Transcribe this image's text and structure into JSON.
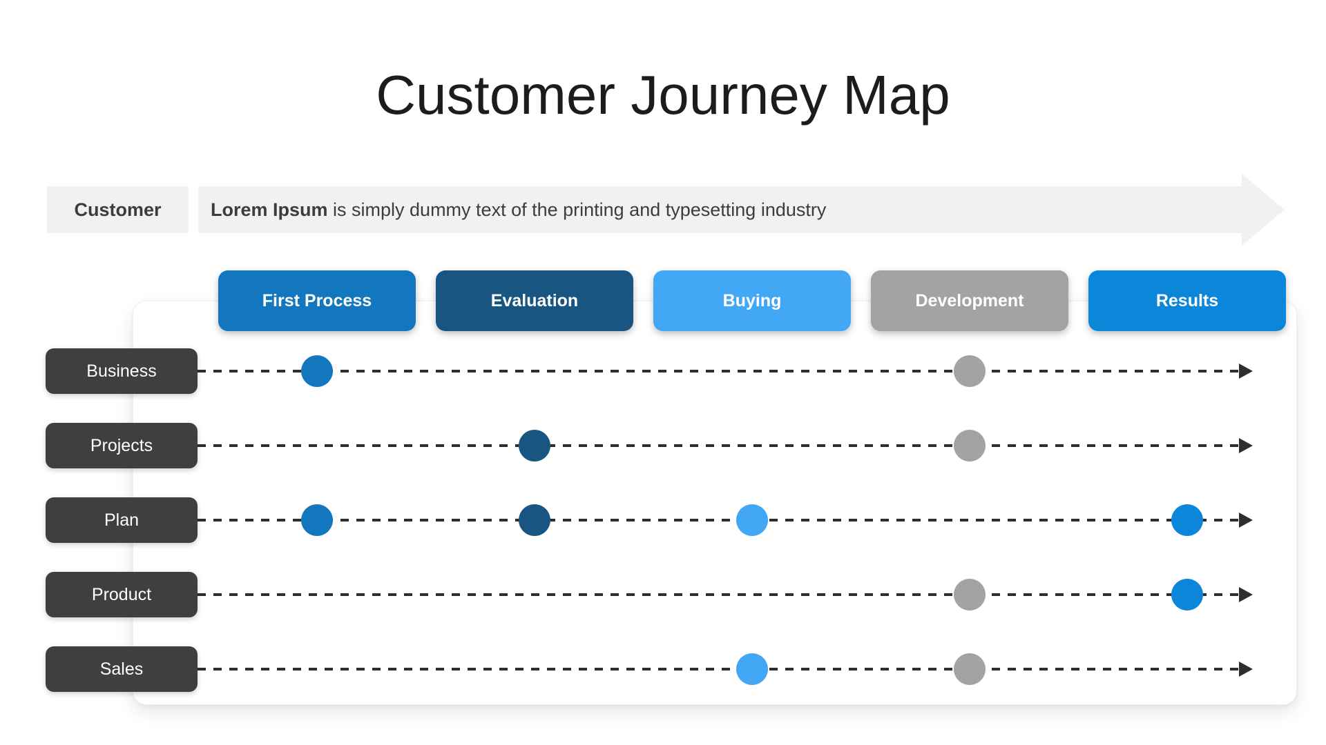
{
  "title": "Customer Journey Map",
  "banner": {
    "label": "Customer",
    "text_bold": "Lorem Ipsum",
    "text_rest": " is simply dummy text of the printing and typesetting industry",
    "bg_color": "#F1F1F1",
    "text_color": "#3C3C3C"
  },
  "columns": [
    {
      "id": "first-process",
      "label": "First Process",
      "color": "#1277BE"
    },
    {
      "id": "evaluation",
      "label": "Evaluation",
      "color": "#185581"
    },
    {
      "id": "buying",
      "label": "Buying",
      "color": "#42A7F5"
    },
    {
      "id": "development",
      "label": "Development",
      "color": "#A3A3A3"
    },
    {
      "id": "results",
      "label": "Results",
      "color": "#0C86D8"
    }
  ],
  "rows": [
    {
      "label": "Business",
      "dots": [
        "first-process",
        "development"
      ]
    },
    {
      "label": "Projects",
      "dots": [
        "evaluation",
        "development"
      ]
    },
    {
      "label": "Plan",
      "dots": [
        "first-process",
        "evaluation",
        "buying",
        "results"
      ]
    },
    {
      "label": "Product",
      "dots": [
        "development",
        "results"
      ]
    },
    {
      "label": "Sales",
      "dots": [
        "buying",
        "development"
      ]
    }
  ],
  "styles": {
    "row_label_bg": "#3F3F3F",
    "line_color": "#2E2E2E",
    "title_color": "#1C1C1C"
  }
}
